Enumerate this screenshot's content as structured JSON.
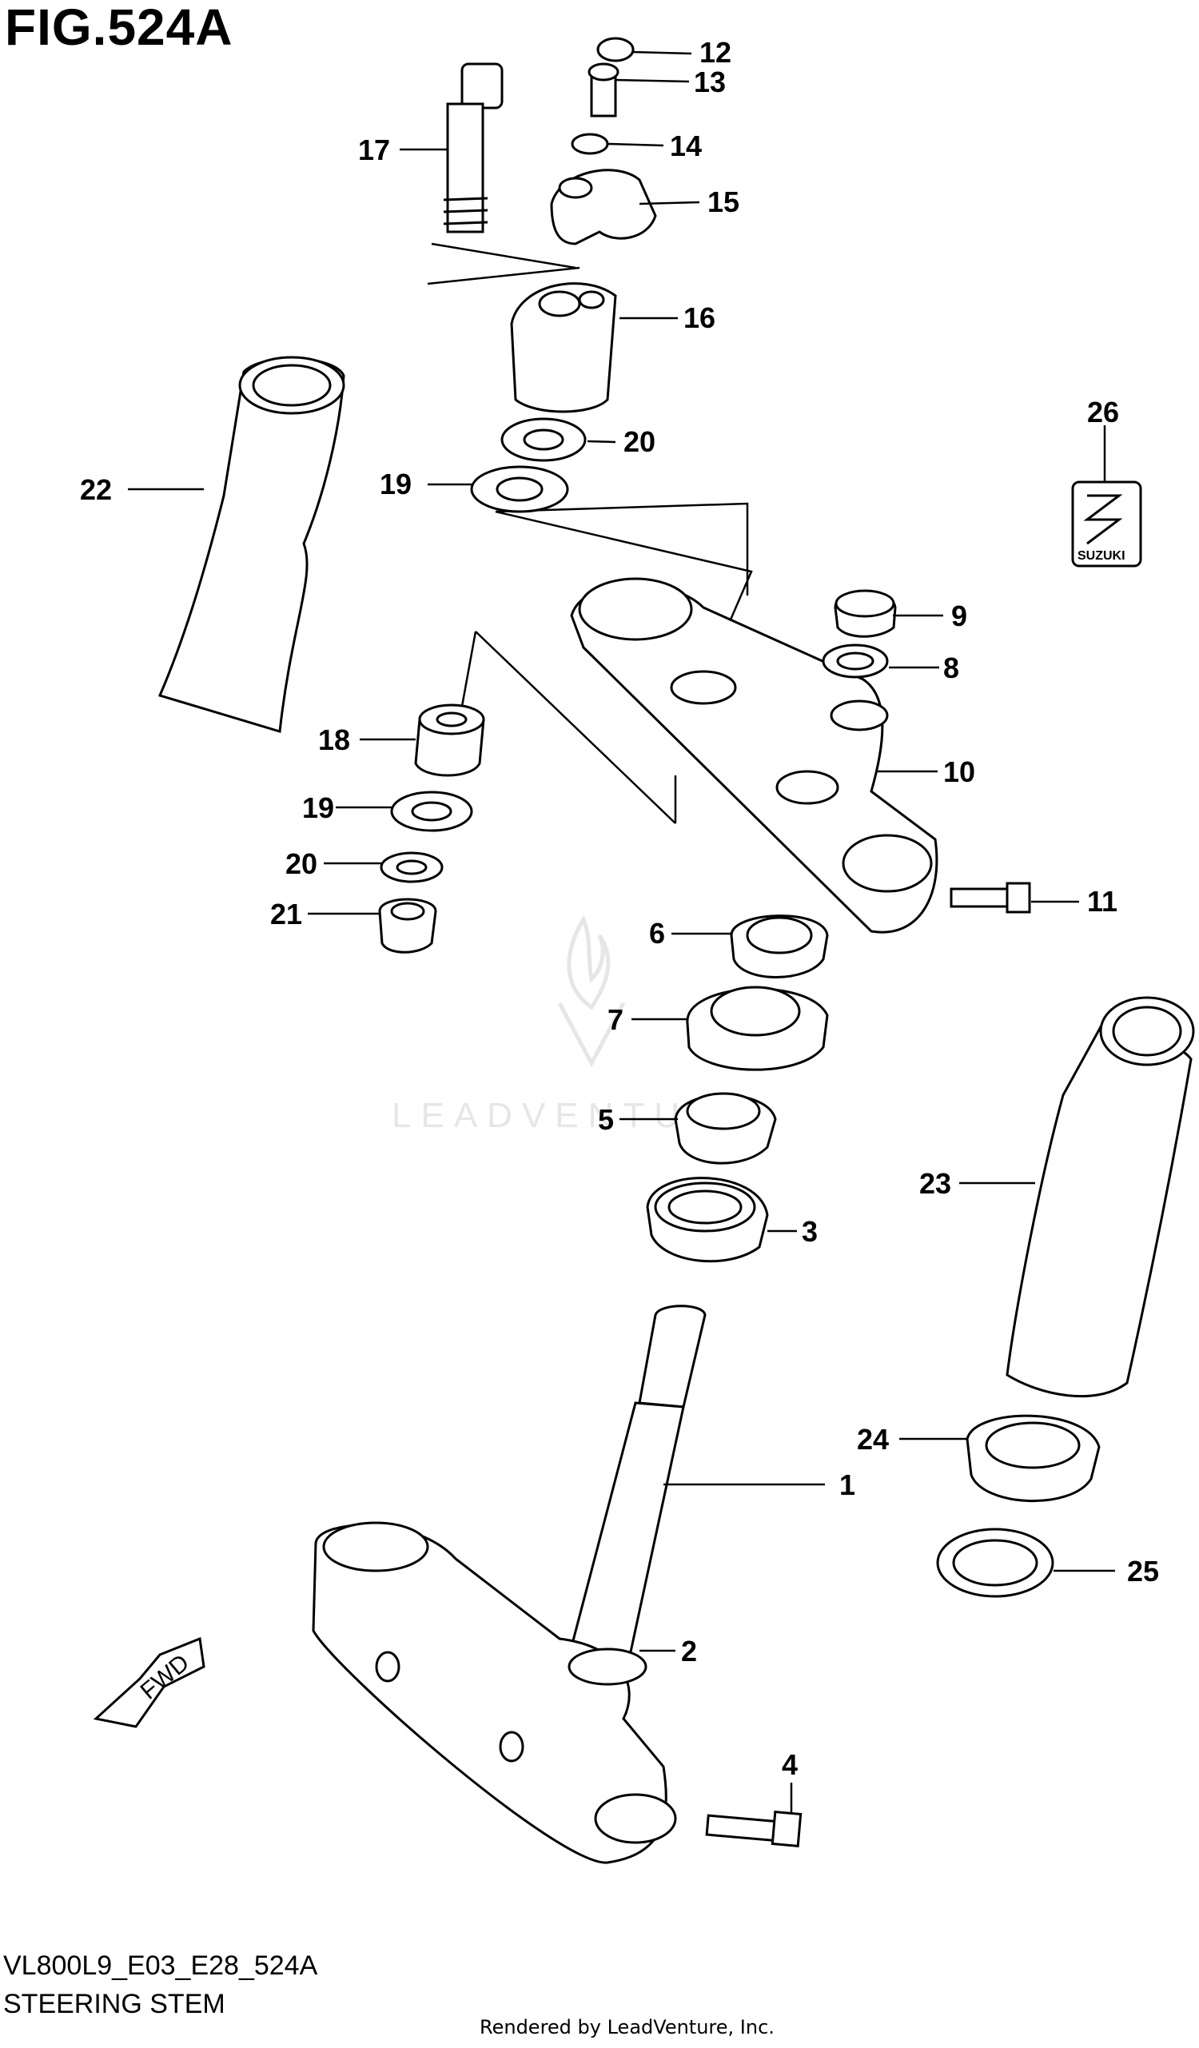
{
  "figure": {
    "title": "FIG.524A",
    "code": "VL800L9_E03_E28_524A",
    "description": "STEERING STEM",
    "rendered_by": "Rendered by LeadVenture, Inc.",
    "watermark": "LEADVENTURE",
    "fwd_label": "FWD",
    "logo_text": "SUZUKI"
  },
  "callouts": [
    {
      "id": "1",
      "label": "1"
    },
    {
      "id": "2",
      "label": "2"
    },
    {
      "id": "3",
      "label": "3"
    },
    {
      "id": "4",
      "label": "4"
    },
    {
      "id": "5",
      "label": "5"
    },
    {
      "id": "6",
      "label": "6"
    },
    {
      "id": "7",
      "label": "7"
    },
    {
      "id": "8",
      "label": "8"
    },
    {
      "id": "9",
      "label": "9"
    },
    {
      "id": "10",
      "label": "10"
    },
    {
      "id": "11",
      "label": "11"
    },
    {
      "id": "12",
      "label": "12"
    },
    {
      "id": "13",
      "label": "13"
    },
    {
      "id": "14",
      "label": "14"
    },
    {
      "id": "15",
      "label": "15"
    },
    {
      "id": "16",
      "label": "16"
    },
    {
      "id": "17",
      "label": "17"
    },
    {
      "id": "18",
      "label": "18"
    },
    {
      "id": "19a",
      "label": "19"
    },
    {
      "id": "19b",
      "label": "19"
    },
    {
      "id": "20a",
      "label": "20"
    },
    {
      "id": "20b",
      "label": "20"
    },
    {
      "id": "21",
      "label": "21"
    },
    {
      "id": "22",
      "label": "22"
    },
    {
      "id": "23",
      "label": "23"
    },
    {
      "id": "24",
      "label": "24"
    },
    {
      "id": "25",
      "label": "25"
    },
    {
      "id": "26",
      "label": "26"
    }
  ]
}
